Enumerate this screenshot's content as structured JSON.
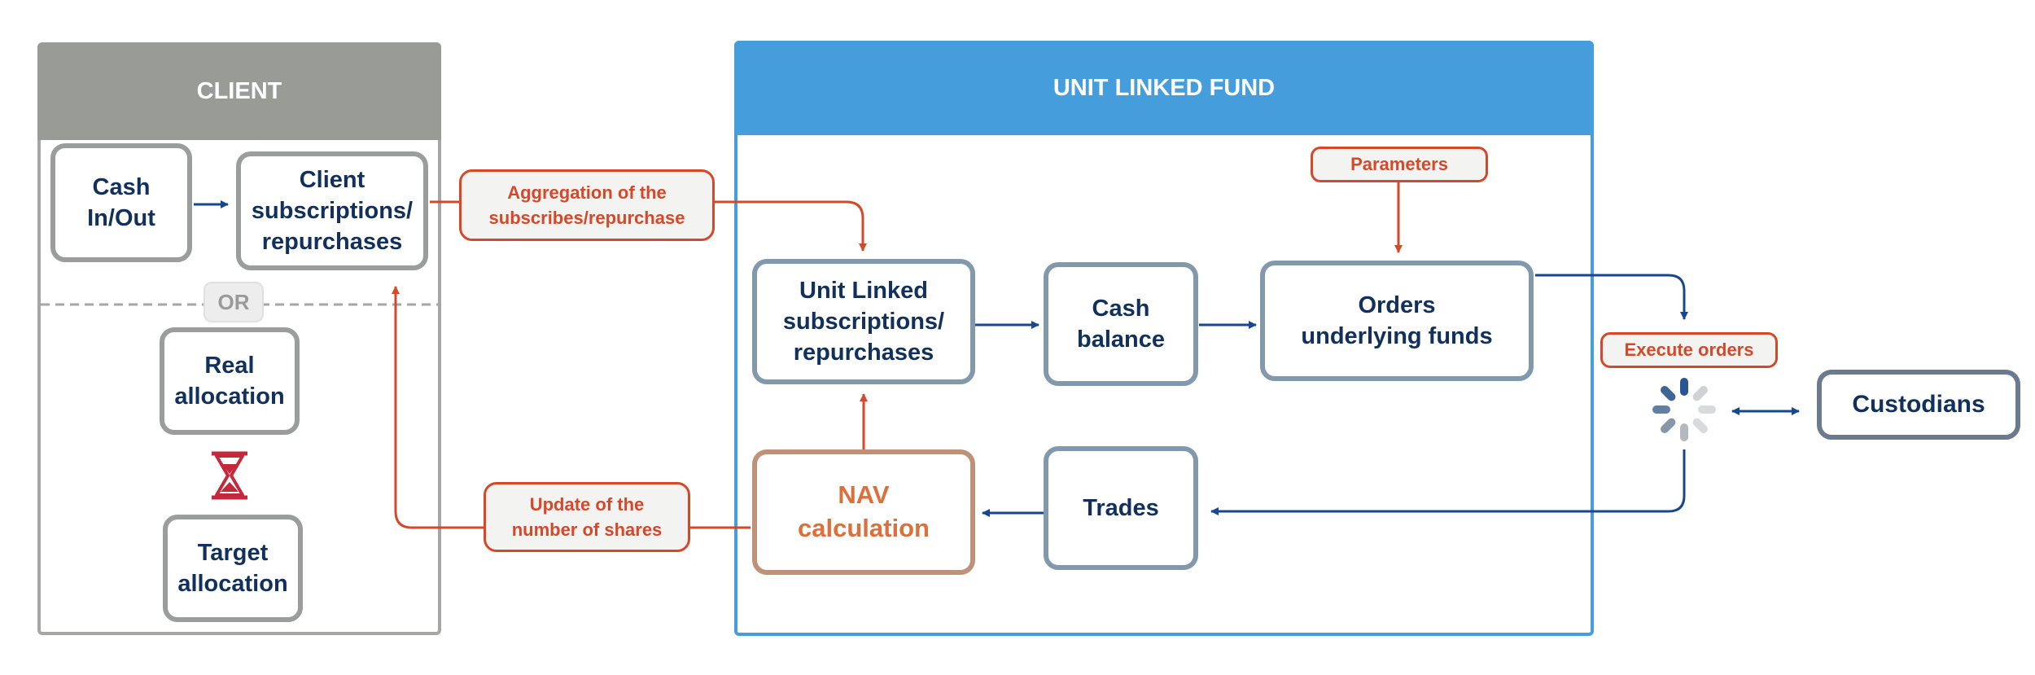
{
  "colors": {
    "client_header": "#999b97",
    "client_border": "#9b9d9c",
    "fund_blue": "#469ddb",
    "flow_blue": "#17478c",
    "flow_red": "#d5482a",
    "text_navy": "#11305c",
    "nav_text": "#dd6f3b"
  },
  "client": {
    "title": "CLIENT",
    "cash": "Cash\nIn/Out",
    "subscriptions": "Client\nsubscriptions/\nrepurchases",
    "or_label": "OR",
    "real_allocation": "Real\nallocation",
    "target_allocation": "Target\nallocation"
  },
  "fund": {
    "title": "UNIT LINKED FUND",
    "parameters": "Parameters",
    "subscriptions": "Unit Linked\nsubscriptions/\nrepurchases",
    "cash_balance": "Cash\nbalance",
    "orders": "Orders\nunderlying funds",
    "nav": "NAV\ncalculation",
    "trades": "Trades"
  },
  "labels": {
    "aggregation": "Aggregation of the\nsubscribes/repurchase",
    "update_shares": "Update of the\nnumber of shares",
    "execute_orders": "Execute orders"
  },
  "custodians": "Custodians",
  "icons": {
    "hourglass": "hourglass-icon",
    "spinner": "loading-spinner-icon"
  }
}
